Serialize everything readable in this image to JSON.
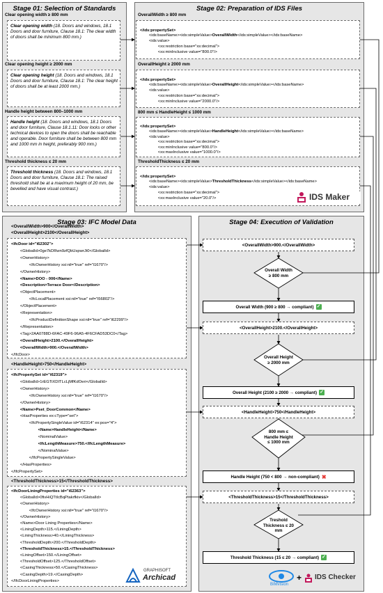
{
  "stage01": {
    "title": "Stage 01: Selection of Standards",
    "items": [
      {
        "heading": "Clear opening width ≥ 800 mm",
        "name": "Clear opening width",
        "text": " (18. Doors and windows, 18.1 Doors and door furniture, Clause 18.1: The clear width of doors shall be minimum 800 mm.)"
      },
      {
        "heading": "Clear opening height ≥ 2000 mm",
        "name": "Clear opening height",
        "text": " (18. Doors and windows, 18.1 Doors and door furniture, Clause 18.1: The clear height of doors shall be at least 2000 mm.)"
      },
      {
        "heading": "Handle height between 800–1000 mm",
        "name": "Handle height",
        "text": " (18. Doors and windows, 18.1 Doors and door furniture, Clause 18.1.11: Door locks or other technical devices to open the doors shall be reachable and operable. Door furniture shall be between 800 mm and 1000 mm in height, preferably 900 mm.)"
      },
      {
        "heading": "Threshold thickness ≤ 20 mm",
        "name": "Threshold thickness",
        "text": " (18. Doors and windows, 18.1 Doors and door furniture, Clause 18.1: The raised threshold shall be at a maximum height of 20 mm, be bevelled and have visual contrast.)"
      }
    ]
  },
  "stage02": {
    "title": "Stage 02: Preparation of IDS Files",
    "items": [
      {
        "heading": "OverallWidth ≥ 800 mm",
        "prop": "OverallWidth",
        "restriction": "<xs:minInclusive value=\"800.0\"/>",
        "max": ""
      },
      {
        "heading": "OverallHeight ≥ 2000 mm",
        "prop": "OverallHeight",
        "restriction": "<xs:minInclusive value=\"2000.0\"/>",
        "max": ""
      },
      {
        "heading": "800 mm ≤ HandleHeight ≤ 1000 mm",
        "prop": "HandleHeight",
        "restriction": "<xs:minInclusive value=\"800.0\"/>",
        "max": "<xs:maxInclusive value=\"1000.0\"/>"
      },
      {
        "heading": "ThresholdThickness ≤ 20 mm",
        "prop": "ThresholdThickness",
        "restriction": "<xs:maxInclusive value=\"20.0\"/>",
        "max": ""
      }
    ],
    "ids_open": "</ids:propertySet>",
    "basename_pre": "<ids:baseName><ids:simpleValue>",
    "basename_post": "</ids:simpleValue></ids:baseName>",
    "value_open": "<ids:value>",
    "restriction_base": "<xs:restriction base=\"xs:decimal\">",
    "logo": "IDS Maker"
  },
  "stage03": {
    "title": "Stage 03: IFC Model Data",
    "door_header1": "<OverallWidth>900</OverallWidth>",
    "door_header2": "<OverallHeight>2100</OverallHeight>",
    "door_lines": [
      "<IfcDoor id=\"i62302\">",
      "        <GlobalId>0ge7kDRwn9zfQbUspwrJt0</GlobalId>",
      "        <OwnerHistory>",
      "                <IfcOwnerHistory xsi:nil=\"true\" ref=\"i1670\"/>",
      "        </OwnerHistory>",
      "        <Name>DOO - 006</Name>",
      "        <Description>Terrace Door</Description>",
      "        <ObjectPlacement>",
      "                <IfcLocalPlacement xsi:nil=\"true\" ref=\"i56802\"/>",
      "        </ObjectPlacement>",
      "        <Representation>",
      "                <IfcProductDefinitionShape xsi:nil=\"true\" ref=\"i62299\"/>",
      "        </Representation>",
      "        <Tag>2AA0788D-6FAC-49F6-96A5-4F6CFAD53DC0</Tag>",
      "        <OverallHeight>2100.</OverallHeight>",
      "        <OverallWidth>900.</OverallWidth>",
      "</IfcDoor>"
    ],
    "handle_header": "<HandleHeight>750</HandleHeight>",
    "handle_lines": [
      "<IfcPropertySet id=\"i62319\">",
      "        <GlobalId>1rEGTiXDITLcLjMfKdOeri</GlobalId>",
      "        <OwnerHistory>",
      "                <IfcOwnerHistory xsi:nil=\"true\" ref=\"i1670\"/>",
      "        </OwnerHistory>",
      "        <Name>Pset_DoorCommon</Name>",
      "        <HasProperties ex:cType=\"set\">",
      "                <IfcPropertySingleValue id=\"i62314\" ex:pos=\"4\">",
      "                        <Name>HandleHeight</Name>",
      "                        <NominalValue>",
      "                        <IfcLengthMeasure>750.</IfcLengthMeasure>",
      "                        </NominalValue>",
      "                </IfcPropertySingleValue>",
      "        </HasProperties>",
      "</IfcPropertySet>"
    ],
    "threshold_header": "<ThresholdThickness>15</ThresholdThickness>",
    "threshold_lines": [
      "<IfcDoorLiningProperties id=\"i62363\">",
      "        <GlobalId>0fivHiQTtIcBqPtakrfkiv</GlobalId>",
      "        <OwnerHistory>",
      "                <IfcOwnerHistory xsi:nil=\"true\" ref=\"i1670\"/>",
      "        </OwnerHistory>",
      "        <Name>Door Lining Properties</Name>",
      "        <LiningDepth>115.</LiningDepth>",
      "        <LiningThickness>40.</LiningThickness>",
      "        <ThresholdDepth>200.</ThresholdDepth>",
      "        <ThresholdThickness>15.</ThresholdThickness>",
      "        <LiningOffset>150.</LiningOffset>",
      "        <ThresholdOffset>125.</ThresholdOffset>",
      "        <CasingThickness>50.</CasingThickness>",
      "        <CasingDepth>19.</CasingDepth>",
      "</IfcDoorLiningProperties>"
    ],
    "logo_top": "GRAPHISOFT",
    "logo_bottom": "Archicad"
  },
  "stage04": {
    "title": "Stage 04: Execution of Validation",
    "steps": [
      {
        "input": "<OverallWidth>900.</OverallWidth>",
        "decision": [
          "Overall Width",
          "≥ 800 mm"
        ],
        "result": "Overall Width (900 ≥ 800 → compliant",
        "ok": true
      },
      {
        "input": "<OverallHeight>2100.</OverallHeight>",
        "decision": [
          "Overall Height",
          "≥ 2000 mm"
        ],
        "result": "Overall Height (2100 ≥ 2000 → compliant",
        "ok": true
      },
      {
        "input": "<HandleHeight>750</HandleHeight>",
        "decision": [
          "800 mm ≤",
          "Handle Height",
          "≤ 1000 mm"
        ],
        "result": "Handle Height (750 < 800 → non-compliant",
        "ok": false
      },
      {
        "input": "<ThresholdThickness>15</ThresholdThickness>",
        "decision": [
          "Treshold",
          "Thickness ≤ 20",
          "mm"
        ],
        "result": "Threshold Thickness (15 ≤ 20 → compliant",
        "ok": true
      }
    ],
    "close_paren": ")",
    "logo_left": "BIMvision",
    "logo_plus": "+",
    "logo_right": "IDS Checker"
  },
  "colors": {
    "stage_bg": "#e6e6e6",
    "check": "#4caf50",
    "cross": "#e53935",
    "ids_logo": "#c2185b"
  }
}
